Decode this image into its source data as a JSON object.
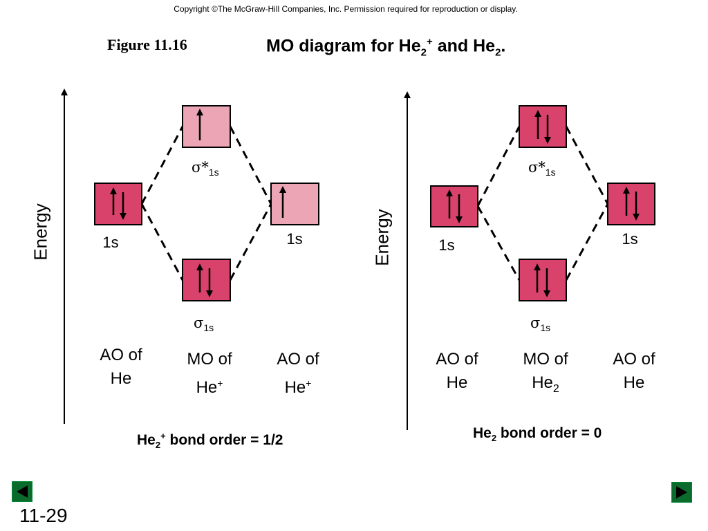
{
  "copyright": "Copyright ©The McGraw-Hill Companies, Inc.  Permission required for reproduction or display.",
  "figure_label": "Figure 11.16",
  "title": {
    "text": "MO diagram for He",
    "sub1": "2",
    "sup1": "+",
    "mid": " and He",
    "sub2": "2",
    "end": "."
  },
  "colors": {
    "full": "#d9436b",
    "half": "#eba5b5",
    "line": "#000000",
    "nav": "#0b6b2c"
  },
  "left_panel": {
    "axis_label": "Energy",
    "ao_left": {
      "label": "1s",
      "electrons": "pair",
      "caption_line1": "AO of",
      "caption_line2": "He",
      "caption_sup": ""
    },
    "mo_antibonding": {
      "symbol": "σ*",
      "subscript": "1s",
      "electrons": "one"
    },
    "mo_bonding": {
      "symbol": "σ",
      "subscript": "1s",
      "electrons": "pair"
    },
    "mo_caption": {
      "line1": "MO of",
      "line2": "He",
      "sup": "+"
    },
    "ao_right": {
      "label": "1s",
      "electrons": "one",
      "caption_line1": "AO of",
      "caption_line2": "He",
      "caption_sup": "+"
    },
    "bond_order": {
      "pre": "He",
      "sub": "2",
      "sup": "+",
      "post": " bond order = 1/2"
    }
  },
  "right_panel": {
    "axis_label": "Energy",
    "ao_left": {
      "label": "1s",
      "electrons": "pair",
      "caption_line1": "AO of",
      "caption_line2": "He"
    },
    "mo_antibonding": {
      "symbol": "σ*",
      "subscript": "1s",
      "electrons": "pair"
    },
    "mo_bonding": {
      "symbol": "σ",
      "subscript": "1s",
      "electrons": "pair"
    },
    "mo_caption": {
      "line1": "MO of",
      "line2": "He",
      "sub": "2"
    },
    "ao_right": {
      "label": "1s",
      "electrons": "pair",
      "caption_line1": "AO of",
      "caption_line2": "He"
    },
    "bond_order": {
      "pre": "He",
      "sub": "2",
      "post": " bond order = 0"
    }
  },
  "slide_number": "11-29",
  "nav": {
    "prev_icon": "triangle-left-icon",
    "next_icon": "triangle-right-icon"
  }
}
